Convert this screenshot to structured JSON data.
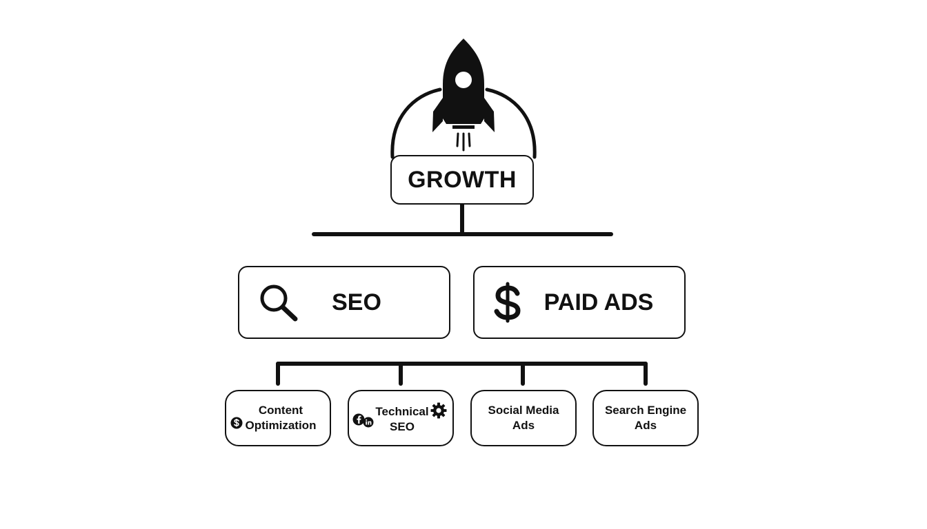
{
  "diagram": {
    "root": {
      "label": "GROWTH",
      "icon": "rocket-icon"
    },
    "branches": [
      {
        "label": "SEO",
        "icon": "search-icon",
        "children": [
          {
            "label": "Content\nOptimization",
            "icon": "dollar-circle-icon"
          },
          {
            "label": "Technical\nSEO",
            "icons": [
              "facebook-icon",
              "linkedin-icon",
              "gear-icon"
            ]
          }
        ]
      },
      {
        "label": "PAID ADS",
        "icon": "dollar-sign-icon",
        "children": [
          {
            "label": "Social Media\nAds"
          },
          {
            "label": "Search Engine\nAds"
          }
        ]
      }
    ],
    "colors": {
      "stroke": "#111111",
      "background": "#ffffff"
    }
  }
}
